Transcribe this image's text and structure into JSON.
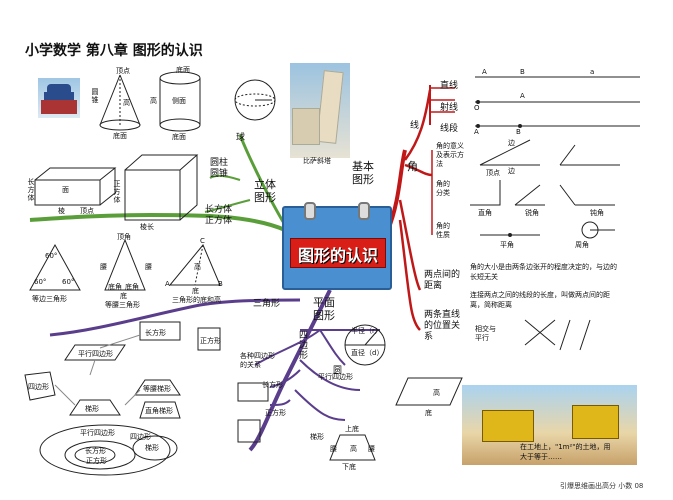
{
  "title": "小学数学   第八章   图形的认识",
  "center": "图形的认识",
  "branches": {
    "solid": "立体图形",
    "basic": "基本图形",
    "plane": "平面图形",
    "angle": "角"
  },
  "solid": {
    "cone_labels": {
      "apex": "顶点",
      "height": "高",
      "bottom": "底面"
    },
    "side_label": "圆锥",
    "cylinder_labels": {
      "top": "底面",
      "height": "高",
      "side": "侧面",
      "bottom": "底面"
    },
    "sphere": "球",
    "cyl_cone": "圆柱\n圆锥",
    "cuboid_labels": {
      "face": "面",
      "edge": "棱",
      "vertex": "顶点",
      "name": "长方体"
    },
    "cube_labels": {
      "name": "正方体",
      "edge": "棱长"
    },
    "cuboid_cube": "长方体\n正方体",
    "pisa_caption": "比萨斜塔"
  },
  "triangles": {
    "equilateral": "等边三角形",
    "isosceles": "等腰三角形",
    "general": "三角形的底和高",
    "vertex": "顶角",
    "waist": "腰",
    "base_angle": "底角",
    "base": "底",
    "height": "高",
    "sixty": "60°",
    "A": "A",
    "B": "B",
    "C": "C",
    "branch": "三角形"
  },
  "lines": {
    "straight": "直线",
    "ray": "射线",
    "segment": "线段",
    "line_group": "线",
    "A": "A",
    "B": "B",
    "O": "O",
    "a": "a"
  },
  "angle": {
    "meaning": "角的意义及表示方法",
    "classify": "角的分类",
    "property": "角的性质",
    "vertex": "顶点",
    "side": "边",
    "acute": "锐角",
    "right": "直角",
    "obtuse": "钝角",
    "straight": "平角",
    "round": "周角",
    "note": "角的大小是由两条边张开的程度决定的，与边的长短无关"
  },
  "distance": {
    "label": "两点间的距离",
    "text": "连接两点之间的线段的长度，叫做两点间的距离，简称距离"
  },
  "position": {
    "label": "两条直线的位置关系",
    "sub": "相交与平行"
  },
  "circle": {
    "label": "圆",
    "radius": "半径（r）",
    "diameter": "直径（d）"
  },
  "quad": {
    "label": "四边形",
    "relation": "各种四边形的关系",
    "rect": "长方形",
    "square": "正方形",
    "parallelogram": "平行四边形",
    "trapezoid": "梯形",
    "isosceles_trap": "等腰梯形",
    "right_trap": "直角梯形",
    "quadrilateral": "四边形",
    "para_set": "平行四边形",
    "rect_set": "长方形",
    "square_set": "正方形",
    "trap_set": "梯形",
    "up_base": "上底",
    "down_base": "下底",
    "height": "高",
    "waist": "腰",
    "base": "底"
  },
  "cartoon_text": "在工地上，\"1m²\"的土地，用\n大于等于……",
  "footer": "引爆思维画出高分  小数 08"
}
